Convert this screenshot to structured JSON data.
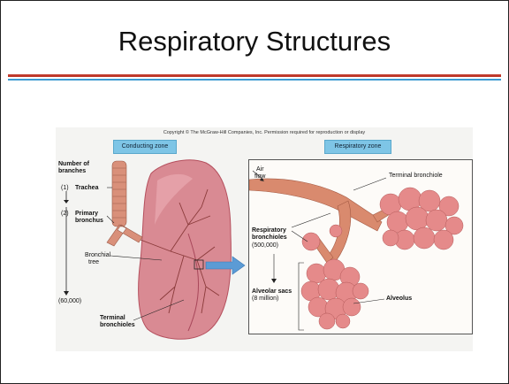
{
  "slide": {
    "title": "Respiratory Structures"
  },
  "figure": {
    "copyright": "Copyright © The McGraw-Hill Companies, Inc. Permission required for reproduction or display",
    "zones": {
      "conducting": "Conducting zone",
      "respiratory": "Respiratory zone"
    },
    "branches_header": [
      "Number of",
      "branches"
    ],
    "left_labels": {
      "count_1": "(1)",
      "trachea": "Trachea",
      "count_2": "(2)",
      "primary_bronchus": [
        "Primary",
        "bronchus"
      ],
      "bronchial_tree": [
        "Bronchial",
        "tree"
      ],
      "count_60000": "(60,000)",
      "terminal_bronchioles": [
        "Terminal",
        "bronchioles"
      ]
    },
    "right_labels": {
      "air_flow": [
        "Air",
        "flow"
      ],
      "terminal_bronchiole": "Terminal bronchiole",
      "respiratory_bronchioles": [
        "Respiratory",
        "bronchioles"
      ],
      "count_500000": "(500,000)",
      "alveolar_sacs": "Alveolar sacs",
      "count_8million": "(8 million)",
      "alveolus": "Alveolus"
    },
    "colors": {
      "lung_fill": "#d98a93",
      "lung_dark": "#b5505e",
      "trachea": "#d9907a",
      "alveoli": "#e58a8a",
      "bronchiole": "#d98a6e",
      "arrow": "#5b9bd5"
    }
  }
}
